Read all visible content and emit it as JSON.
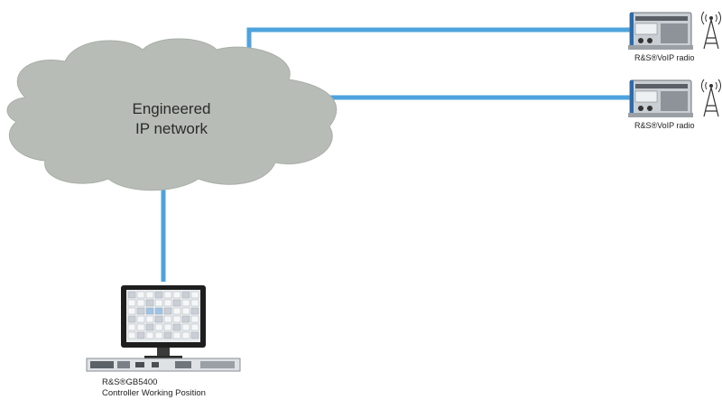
{
  "network": {
    "line1": "Engineered",
    "line2": "IP network"
  },
  "radios": [
    {
      "label": "R&S®VoIP radio"
    },
    {
      "label": "R&S®VoIP radio"
    }
  ],
  "cwp": {
    "line1": "R&S®GB5400",
    "line2": "Controller Working Position"
  },
  "colors": {
    "cloud": "#b7bdb6",
    "cloud_edge": "#a8aea7",
    "link": "#4ea3dd"
  }
}
